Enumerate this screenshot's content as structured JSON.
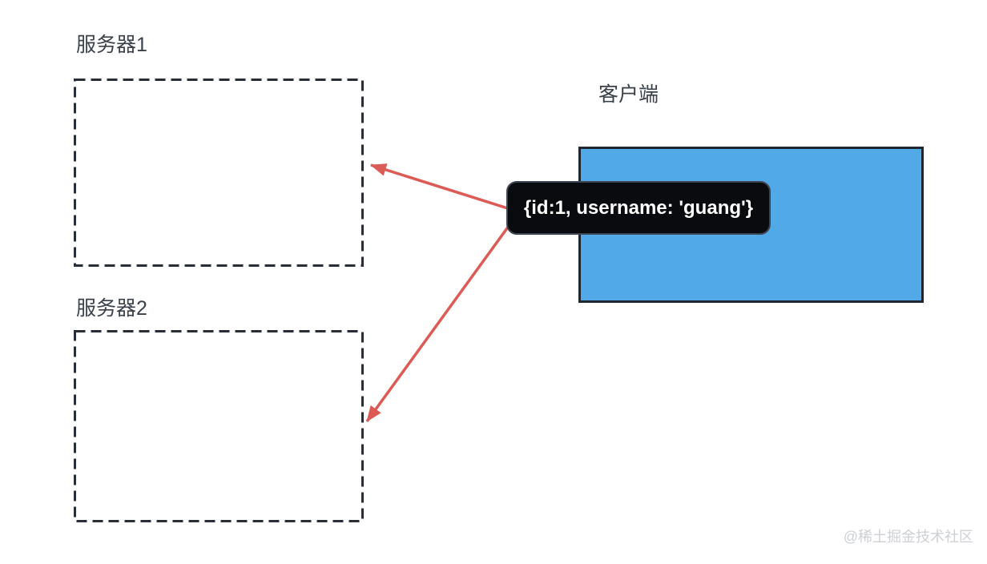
{
  "diagram": {
    "nodes": {
      "server1": {
        "label": "服务器1",
        "shape": "dashed-rect"
      },
      "server2": {
        "label": "服务器2",
        "shape": "dashed-rect"
      },
      "client": {
        "label": "客户端",
        "shape": "solid-rect-blue"
      }
    },
    "message": {
      "text": "{id:1, username: 'guang'}"
    },
    "arrows": [
      {
        "from": "message",
        "to": "server1"
      },
      {
        "from": "message",
        "to": "server2"
      }
    ]
  },
  "watermark": {
    "text": "@稀土掘金技术社区"
  },
  "colors": {
    "label-color": "#3b4149",
    "box-border": "#272e38",
    "client-fill": "#52a9e8",
    "client-border": "#20262f",
    "arrow-red": "#dd5b56",
    "tooltip-bg": "#0a0b0e",
    "tooltip-border": "#3f4653",
    "tooltip-text": "#ffffff",
    "watermark-color": "#cdd0d4"
  }
}
